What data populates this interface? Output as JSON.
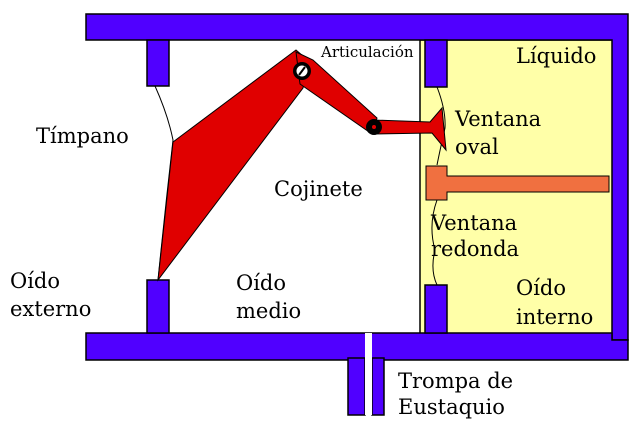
{
  "labels": {
    "articulacion": "Articulación",
    "liquido": "Líquido",
    "timpano": "Tímpano",
    "ventana_oval_1": "Ventana",
    "ventana_oval_2": "oval",
    "cojinete": "Cojinete",
    "ventana_redonda_1": "Ventana",
    "ventana_redonda_2": "redonda",
    "oido_externo_1": "Oído",
    "oido_externo_2": "externo",
    "oido_medio_1": "Oído",
    "oido_medio_2": "medio",
    "oido_interno_1": "Oído",
    "oido_interno_2": "interno",
    "trompa_1": "Trompa de",
    "trompa_2": "Eustaquio"
  },
  "colors": {
    "wall": "#5000ff",
    "wall_outline": "#000000",
    "liquid": "#ffffa8",
    "ossicles": "#e00000",
    "piston": "#f07040",
    "background": "#ffffff",
    "text": "#000000"
  }
}
